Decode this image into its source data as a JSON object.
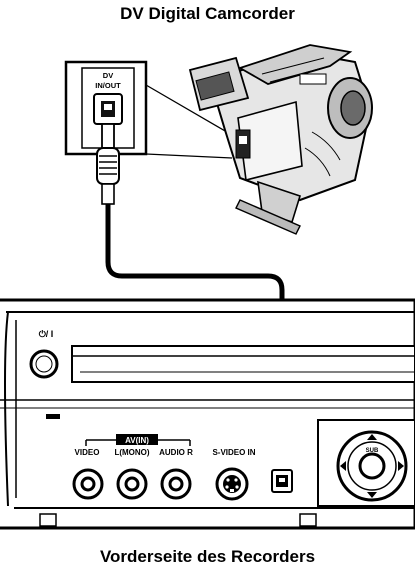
{
  "top_caption": "DV Digital Camcorder",
  "bottom_caption": "Vorderseite des Recorders",
  "camcorder": {
    "port_label_line1": "DV",
    "port_label_line2": "IN/OUT"
  },
  "recorder": {
    "power_label": "⏻/ I",
    "av_group_label": "AV(IN)",
    "jack_labels": {
      "video": "VIDEO",
      "audio_l": "L(MONO)",
      "audio_r": "AUDIO R",
      "s_video": "S-VIDEO IN"
    },
    "sub_label": "SUB"
  },
  "icons": [
    "power-icon",
    "dv-port-icon",
    "s-video-port-icon",
    "rca-jack-icon",
    "jog-dial-icon",
    "cable-plug-icon"
  ]
}
